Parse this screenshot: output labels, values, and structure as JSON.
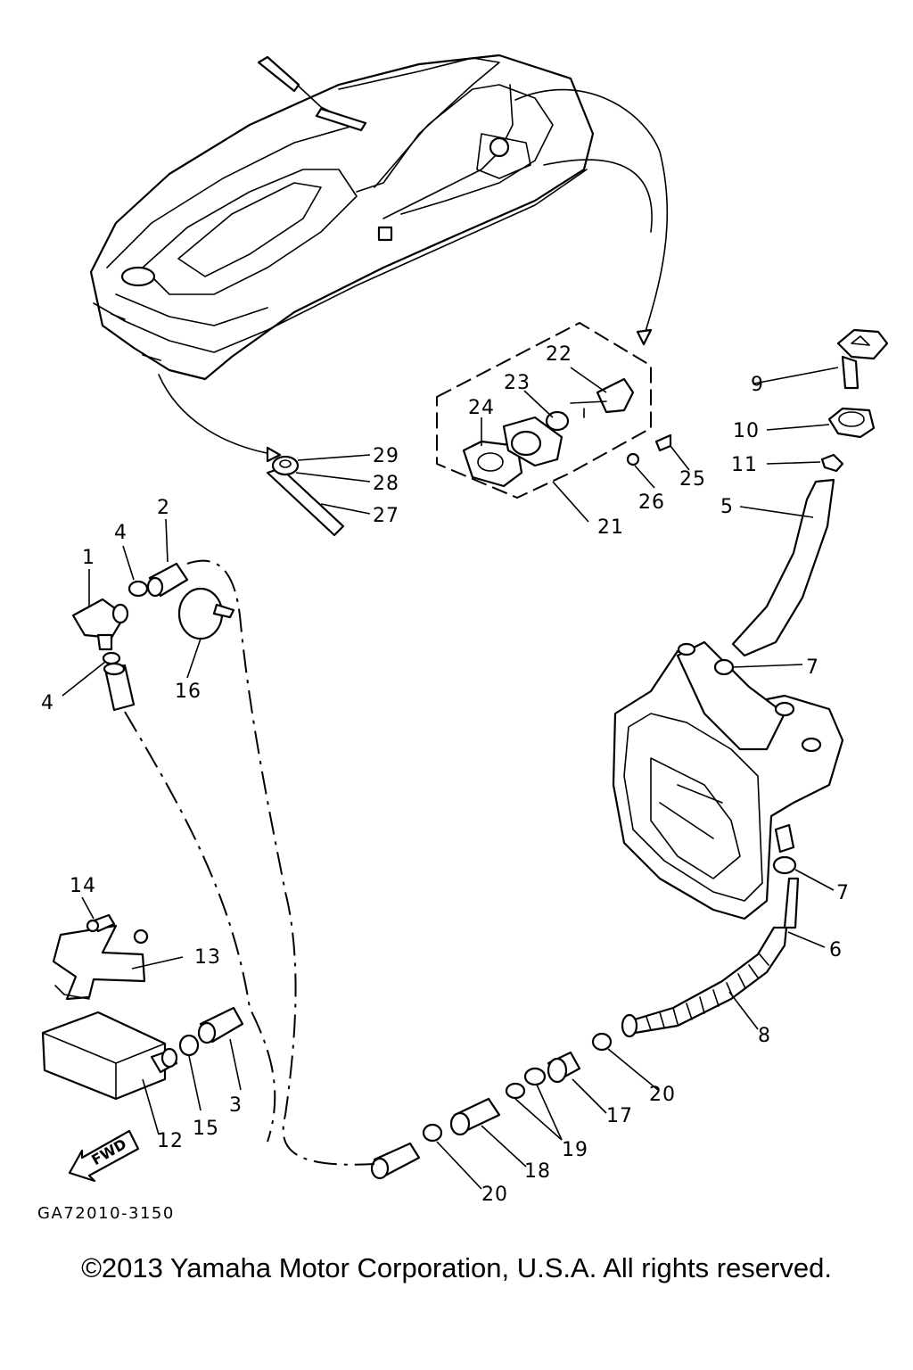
{
  "diagram": {
    "drawing_code": "GA72010-3150",
    "fwd_label": "FWD",
    "callouts": [
      "1",
      "2",
      "3",
      "4",
      "4",
      "5",
      "6",
      "7",
      "7",
      "8",
      "9",
      "10",
      "11",
      "12",
      "13",
      "14",
      "15",
      "16",
      "17",
      "18",
      "19",
      "20",
      "20",
      "21",
      "22",
      "23",
      "24",
      "25",
      "26",
      "27",
      "28",
      "29"
    ]
  },
  "footer": {
    "copyright": "©2013 Yamaha Motor Corporation, U.S.A. All rights reserved."
  }
}
